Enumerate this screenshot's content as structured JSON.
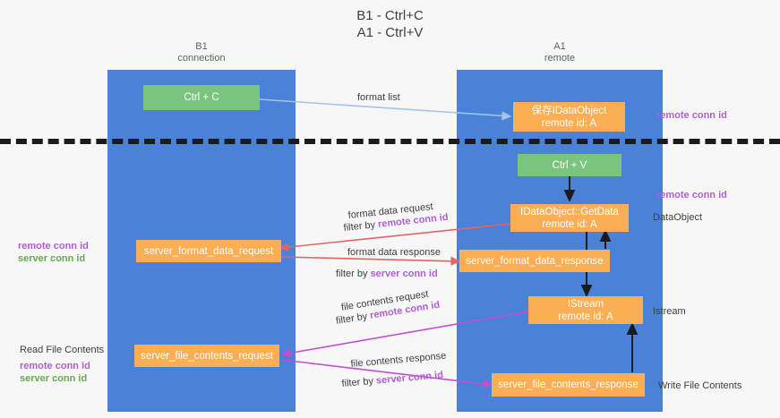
{
  "title": "B1 - Ctrl+C\nA1 - Ctrl+V",
  "columns": {
    "left": {
      "name": "B1",
      "role": "connection",
      "header": "B1\nconnection"
    },
    "right": {
      "name": "A1",
      "role": "remote",
      "header": "A1\nremote"
    }
  },
  "colors": {
    "lane": "#4a82d8",
    "node_green": "#7ac47f",
    "node_orange": "#fcae54",
    "accent_purple": "#b05fd0",
    "accent_green": "#6aa84f",
    "arrow_blue": "#9fc5e8",
    "arrow_black": "#1b1b1b",
    "arrow_red": "#e06666",
    "arrow_magenta": "#c24fd0",
    "background": "#f7f7f7"
  },
  "nodes": {
    "ctrl_c": "Ctrl + C",
    "save_idataobject": "保存IDataObject\nremote id: A",
    "ctrl_v": "Ctrl + V",
    "getdata": "IDataObject::GetData\nremote id: A",
    "server_format_data_request": "server_format_data_request",
    "server_format_data_response": "server_format_data_response",
    "istream": "IStream\nremote id: A",
    "server_file_contents_request": "server_file_contents_request",
    "server_file_contents_response": "server_file_contents_response"
  },
  "right_labels": {
    "remote_conn_id_top": "remote conn id",
    "remote_conn_id_mid": "remote conn id",
    "dataobject": "DataObject",
    "istream": "Istream",
    "write_file_contents": "Write File Contents"
  },
  "left_labels": {
    "remote_conn_id": "remote conn id",
    "server_conn_id": "server conn id",
    "read_file_contents": "Read File Contents",
    "remote_conn_id_2": "remote conn id",
    "server_conn_id_2": "server conn id"
  },
  "edges": {
    "format_list": "format list",
    "format_data_request": "format data request",
    "format_data_request_filter_prefix": "filter by ",
    "format_data_request_filter_key": "remote conn id",
    "format_data_response": "format data response",
    "format_data_response_filter_prefix": "filter by ",
    "format_data_response_filter_key": "server conn id",
    "file_contents_request": "file contents request",
    "file_contents_request_filter_prefix": "filter by ",
    "file_contents_request_filter_key": "remote conn id",
    "file_contents_response": "file contents response",
    "file_contents_response_filter_prefix": "filter by ",
    "file_contents_response_filter_key": "server conn id"
  }
}
